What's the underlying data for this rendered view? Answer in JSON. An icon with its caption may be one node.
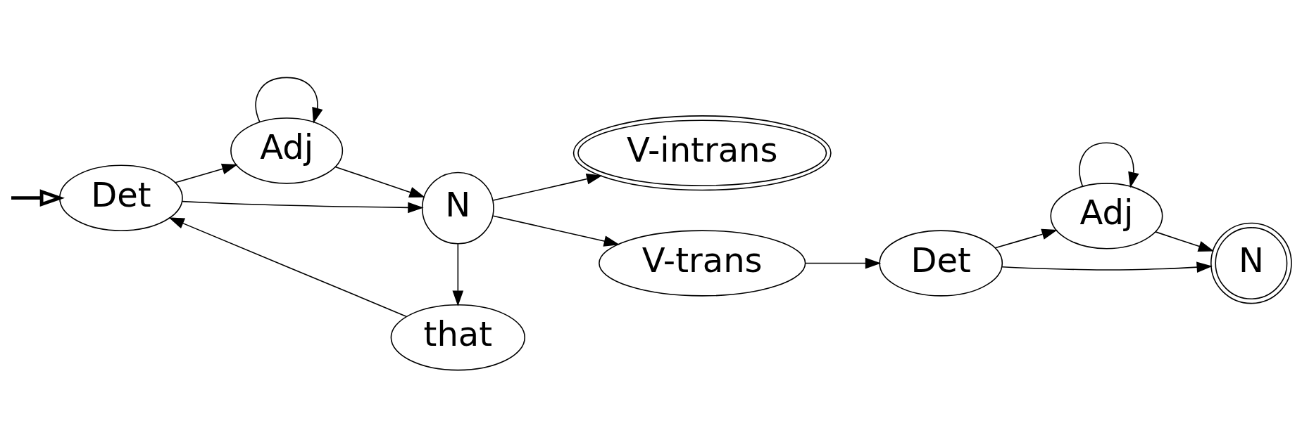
{
  "diagram": {
    "nodes": [
      {
        "text": [
          "Det"
        ]
      },
      {
        "text": [
          "Adj"
        ]
      },
      {
        "text": [
          "N"
        ]
      },
      {
        "text": [
          "V-intrans"
        ]
      },
      {
        "text": [
          "V-trans"
        ]
      },
      {
        "text": [
          "Det"
        ]
      },
      {
        "text": [
          "Adj"
        ]
      },
      {
        "text": [
          "N"
        ]
      },
      {
        "text": [
          "that"
        ]
      }
    ],
    "edges": [
      {
        "from": null,
        "to": 0,
        "arrow": "to",
        "style": "thick"
      },
      {
        "from": 0,
        "to": 1,
        "arrow": "to"
      },
      {
        "from": 0,
        "to": 2,
        "arrow": "to"
      },
      {
        "from": 1,
        "to": 2,
        "arrow": "to"
      },
      {
        "from": 1,
        "to": 1,
        "arrow": "to"
      },
      {
        "from": 2,
        "to": 3,
        "arrow": "to"
      },
      {
        "from": 2,
        "to": 4,
        "arrow": "to"
      },
      {
        "from": 2,
        "to": 8,
        "arrow": "to"
      },
      {
        "from": 8,
        "to": 0,
        "arrow": "to"
      },
      {
        "from": 4,
        "to": 5,
        "arrow": "to"
      },
      {
        "from": 5,
        "to": 6,
        "arrow": "to"
      },
      {
        "from": 5,
        "to": 7,
        "arrow": "to"
      },
      {
        "from": 6,
        "to": 7,
        "arrow": "to"
      },
      {
        "from": 6,
        "to": 6,
        "arrow": "to"
      }
    ]
  }
}
